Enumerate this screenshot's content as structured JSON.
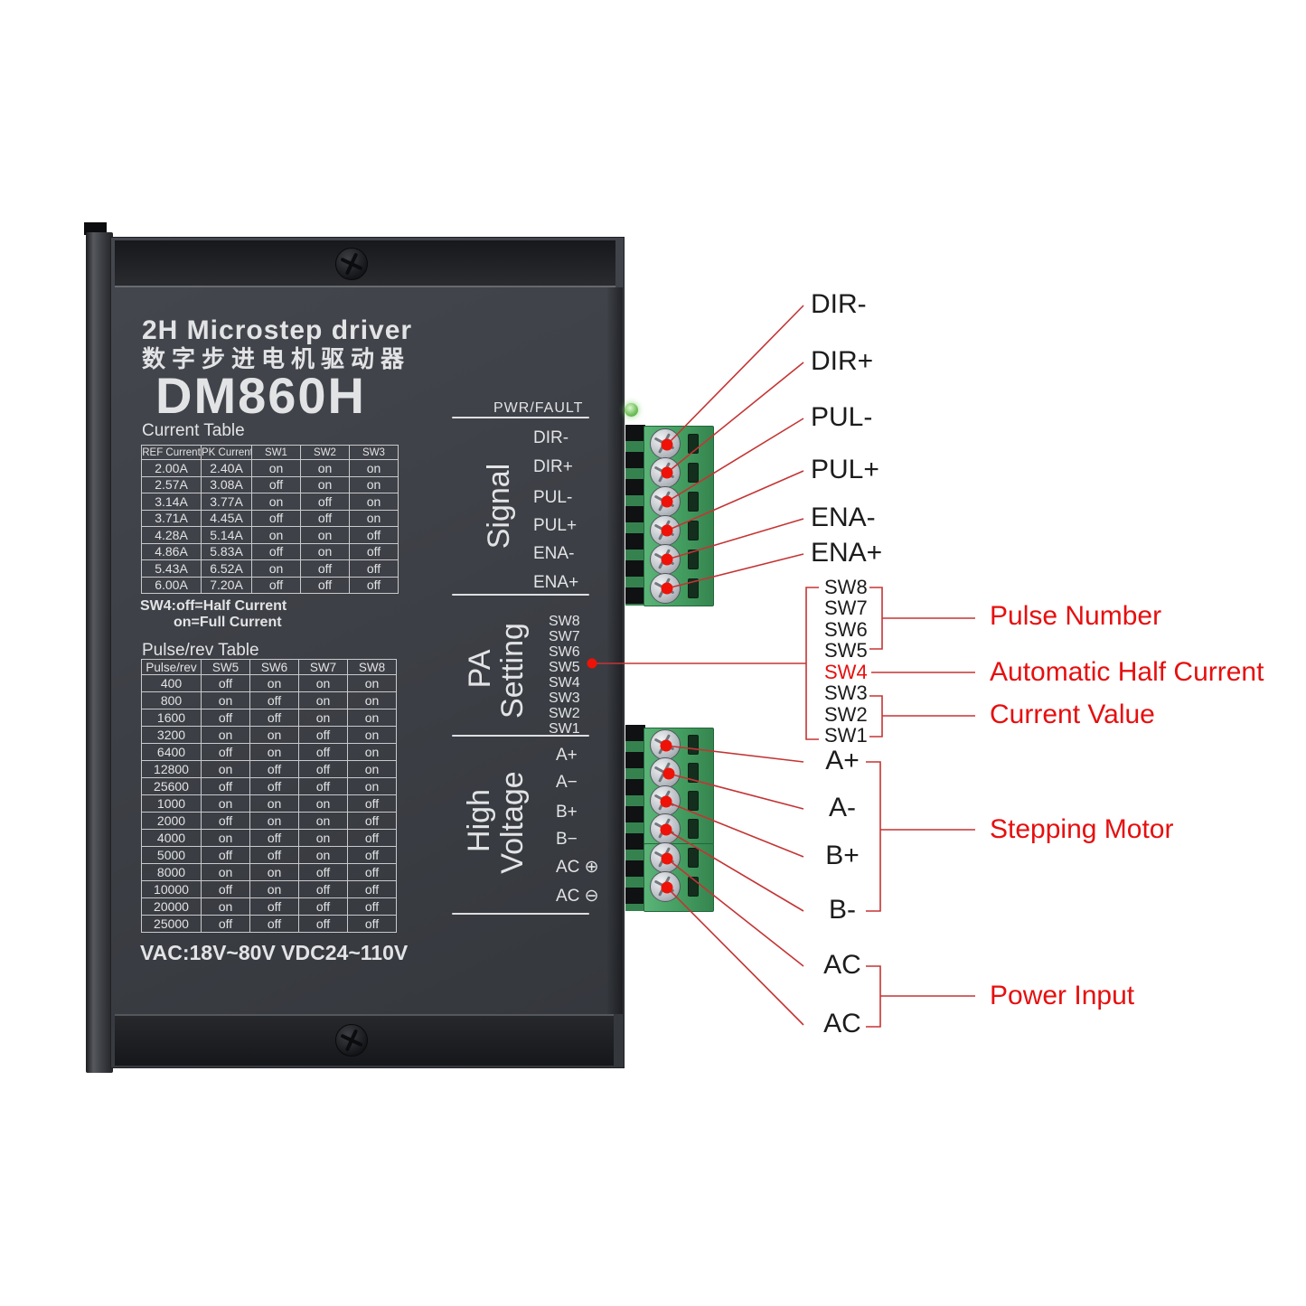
{
  "device": {
    "heading": {
      "line1": "2H Microstep driver",
      "line2": "数字步进电机驱动器",
      "model": "DM860H"
    },
    "current_table": {
      "title": "Current Table",
      "headers": [
        "REF Current",
        "PK Current",
        "SW1",
        "SW2",
        "SW3"
      ],
      "rows": [
        [
          "2.00A",
          "2.40A",
          "on",
          "on",
          "on"
        ],
        [
          "2.57A",
          "3.08A",
          "off",
          "on",
          "on"
        ],
        [
          "3.14A",
          "3.77A",
          "on",
          "off",
          "on"
        ],
        [
          "3.71A",
          "4.45A",
          "off",
          "off",
          "on"
        ],
        [
          "4.28A",
          "5.14A",
          "on",
          "on",
          "off"
        ],
        [
          "4.86A",
          "5.83A",
          "off",
          "on",
          "off"
        ],
        [
          "5.43A",
          "6.52A",
          "on",
          "off",
          "off"
        ],
        [
          "6.00A",
          "7.20A",
          "off",
          "off",
          "off"
        ]
      ]
    },
    "current_note": {
      "line1": "SW4:off=Half Current",
      "line2": "on=Full Current"
    },
    "pulse_table": {
      "title": "Pulse/rev Table",
      "headers": [
        "Pulse/rev",
        "SW5",
        "SW6",
        "SW7",
        "SW8"
      ],
      "rows": [
        [
          "400",
          "off",
          "on",
          "on",
          "on"
        ],
        [
          "800",
          "on",
          "off",
          "on",
          "on"
        ],
        [
          "1600",
          "off",
          "off",
          "on",
          "on"
        ],
        [
          "3200",
          "on",
          "on",
          "off",
          "on"
        ],
        [
          "6400",
          "off",
          "on",
          "off",
          "on"
        ],
        [
          "12800",
          "on",
          "off",
          "off",
          "on"
        ],
        [
          "25600",
          "off",
          "off",
          "off",
          "on"
        ],
        [
          "1000",
          "on",
          "on",
          "on",
          "off"
        ],
        [
          "2000",
          "off",
          "on",
          "on",
          "off"
        ],
        [
          "4000",
          "on",
          "off",
          "on",
          "off"
        ],
        [
          "5000",
          "off",
          "off",
          "on",
          "off"
        ],
        [
          "8000",
          "on",
          "on",
          "off",
          "off"
        ],
        [
          "10000",
          "off",
          "on",
          "off",
          "off"
        ],
        [
          "20000",
          "on",
          "off",
          "off",
          "off"
        ],
        [
          "25000",
          "off",
          "off",
          "off",
          "off"
        ]
      ]
    },
    "voltage_note": "VAC:18V~80V  VDC24~110V",
    "led_label": "PWR/FAULT",
    "sections": {
      "signal": {
        "name": "Signal",
        "pins": [
          "DIR-",
          "DIR+",
          "PUL-",
          "PUL+",
          "ENA-",
          "ENA+"
        ]
      },
      "pa_setting": {
        "name_line1": "PA",
        "name_line2": "Setting",
        "pins": [
          "SW8",
          "SW7",
          "SW6",
          "SW5",
          "SW4",
          "SW3",
          "SW2",
          "SW1"
        ]
      },
      "high_voltage": {
        "name_line1": "High",
        "name_line2": "Voltage",
        "pins": [
          "A+",
          "A−",
          "B+",
          "B−",
          "AC ⊕",
          "AC ⊖"
        ]
      }
    }
  },
  "annotations": {
    "signal_labels": [
      "DIR-",
      "DIR+",
      "PUL-",
      "PUL+",
      "ENA-",
      "ENA+"
    ],
    "dip_labels": [
      "SW8",
      "SW7",
      "SW6",
      "SW5",
      "SW4",
      "SW3",
      "SW2",
      "SW1"
    ],
    "motor_labels": [
      "A+",
      "A-",
      "B+",
      "B-",
      "AC",
      "AC"
    ],
    "callouts": {
      "pulse_number": "Pulse Number",
      "auto_half_current": "Automatic Half Current",
      "current_value": "Current Value",
      "stepping_motor": "Stepping Motor",
      "power_input": "Power Input"
    }
  },
  "colors": {
    "annotation_red": "#e60f0f",
    "leader_line_red": "#c53434",
    "terminal_green": "#46a163",
    "device_body": "#3d4046",
    "device_bar": "#232528"
  }
}
